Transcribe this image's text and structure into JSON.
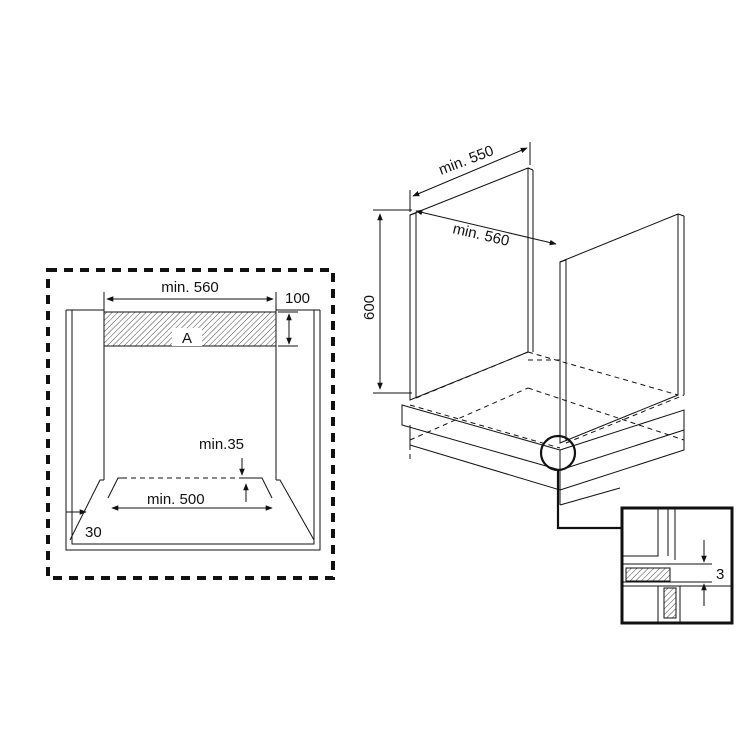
{
  "front_view": {
    "labels": {
      "top_width": "min. 560",
      "top_height": "100",
      "zone": "A",
      "gap": "min.35",
      "bottom_width": "min. 500",
      "side_offset": "30"
    }
  },
  "cabinet_view": {
    "labels": {
      "depth": "min. 550",
      "width": "min. 560",
      "height": "600"
    }
  },
  "detail_view": {
    "labels": {
      "gap": "3"
    }
  },
  "colors": {
    "line": "#111111",
    "background": "#ffffff"
  }
}
